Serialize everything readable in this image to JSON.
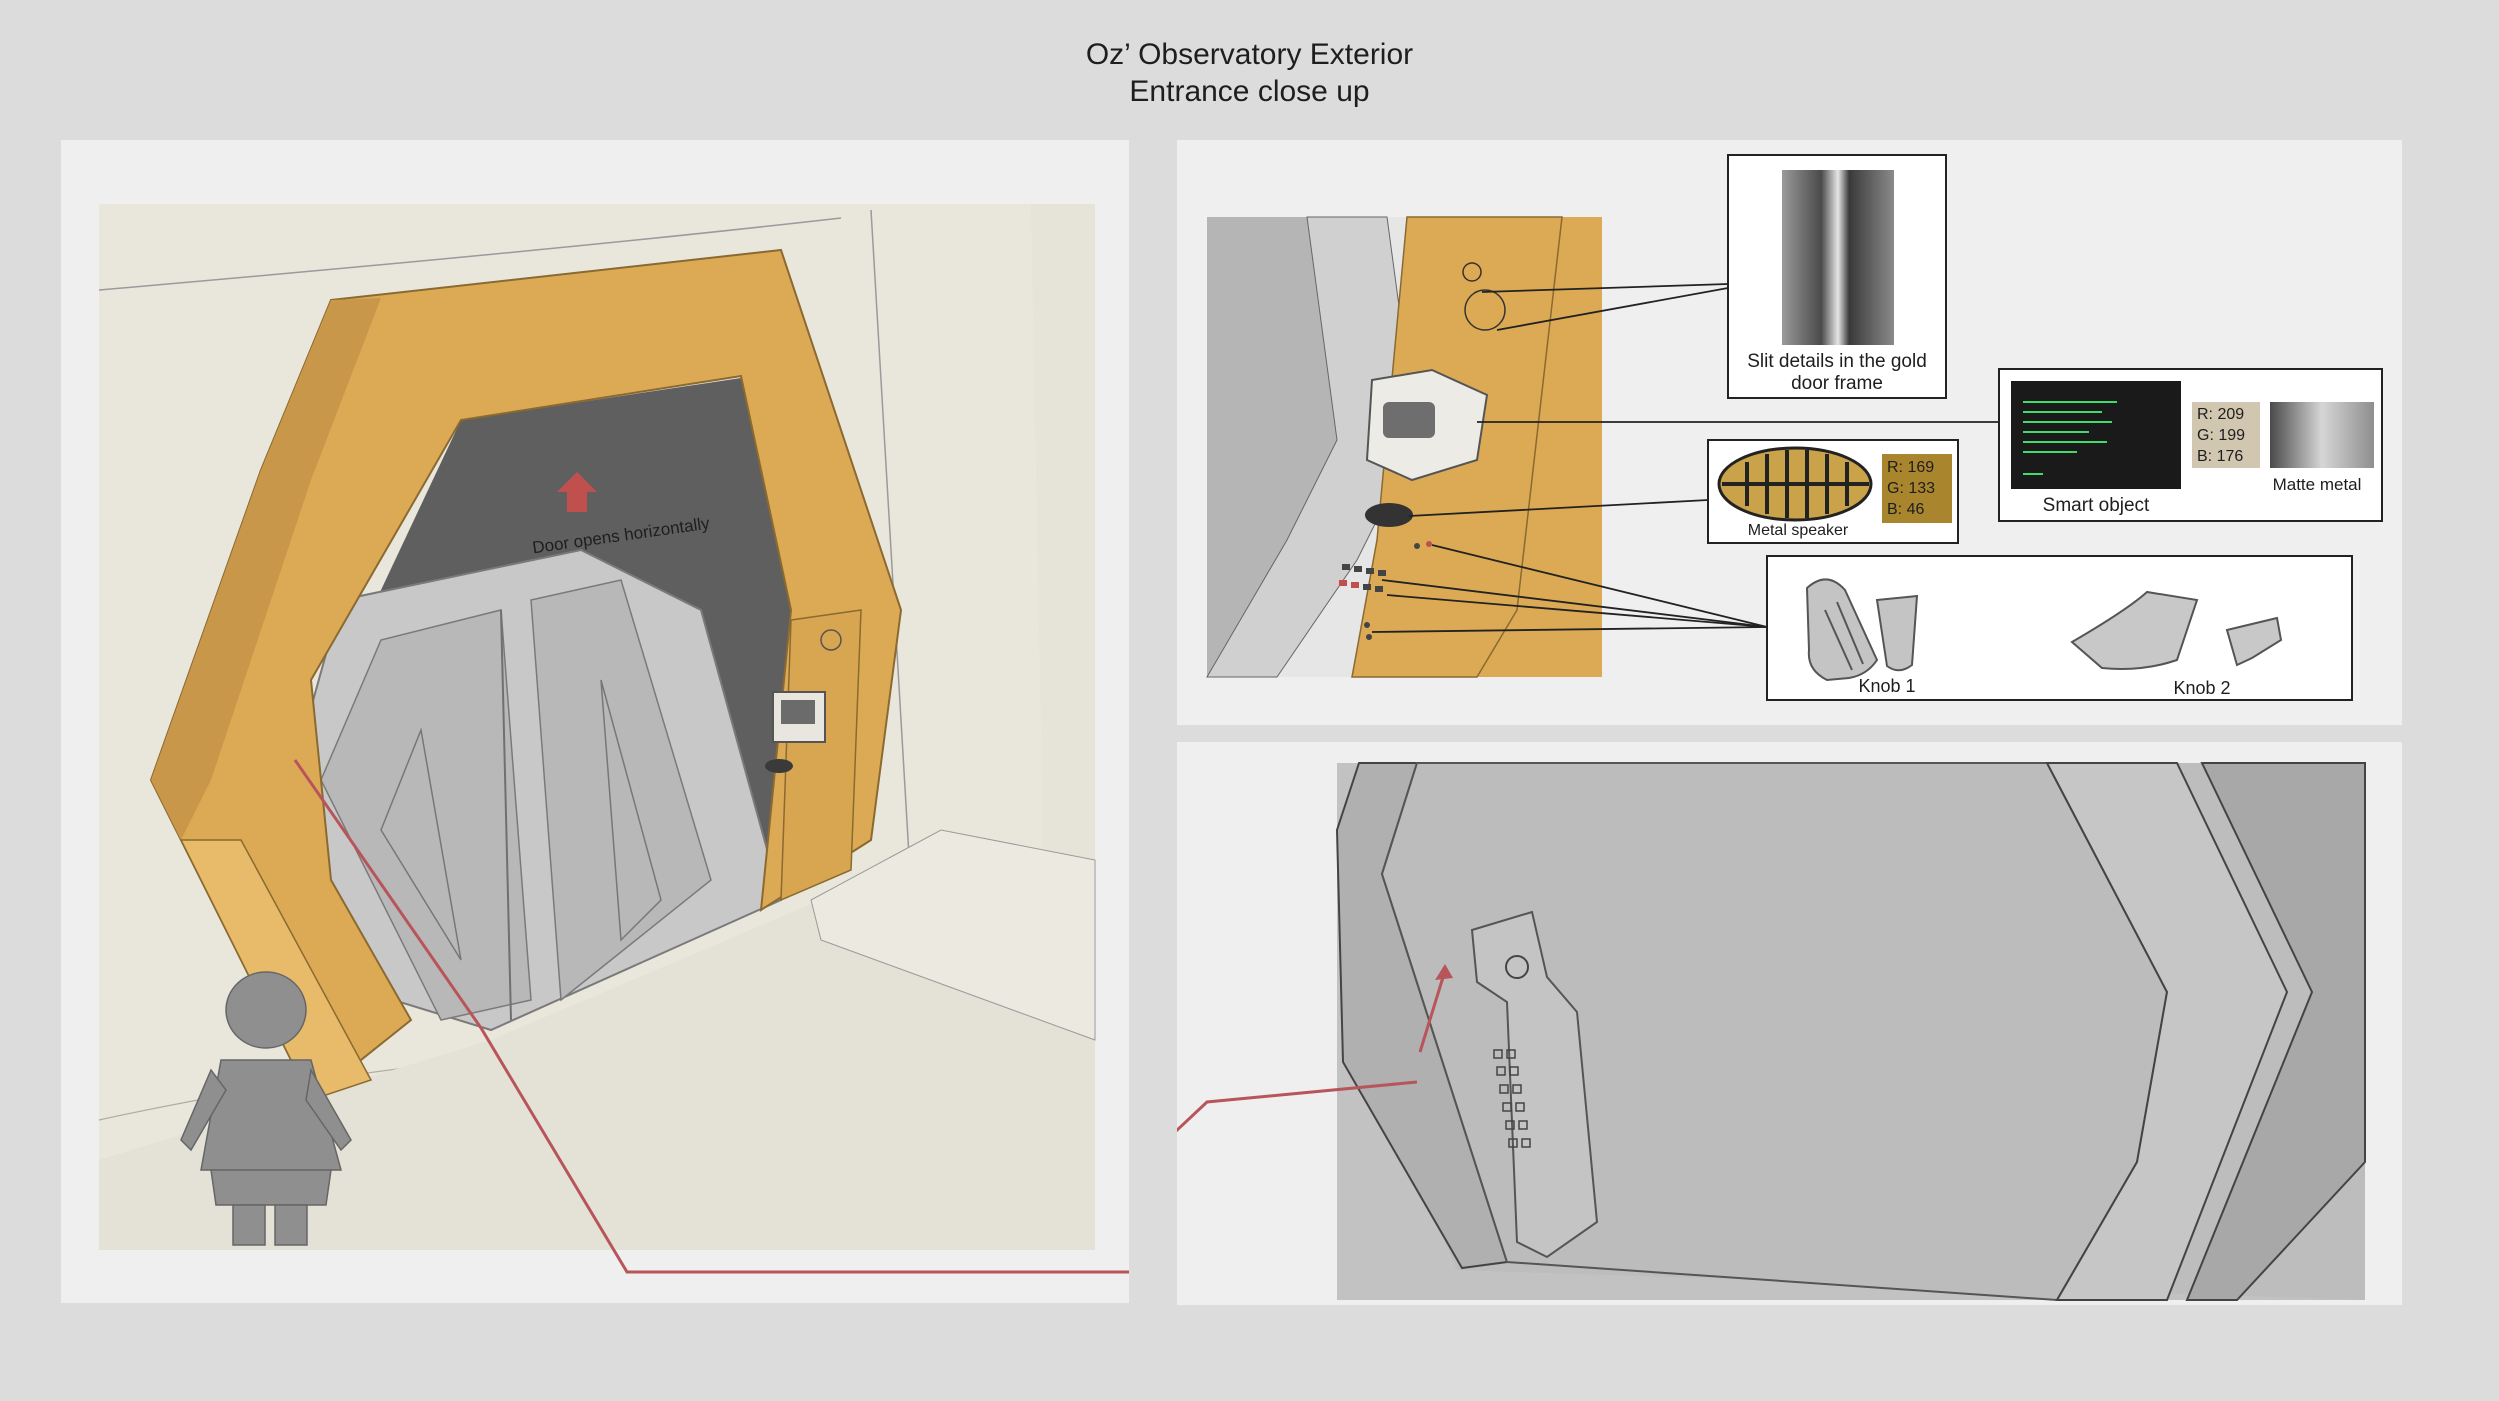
{
  "header": {
    "title_line1": "Oz’ Observatory Exterior",
    "title_line2": "Entrance close up"
  },
  "left_panel": {
    "door_label": "Door opens horizontally"
  },
  "callouts": {
    "slit": {
      "label_line1": "Slit details in the gold",
      "label_line2": "door frame"
    },
    "speaker": {
      "label": "Metal speaker",
      "color_name": "gold",
      "rgb": {
        "r": "R: 169",
        "g": "G: 133",
        "b": "B: 46"
      },
      "swatch_color": "#a9852e"
    },
    "smart_object": {
      "label": "Smart object",
      "screen_color": "#1a1a1a",
      "screen_text_color": "#3ddc6b"
    },
    "matte_metal": {
      "label": "Matte metal",
      "rgb": {
        "r": "R: 209",
        "g": "G: 199",
        "b": "B: 176"
      },
      "swatch_color": "#d1c7b0"
    },
    "knobs": {
      "knob1": "Knob 1",
      "knob2": "Knob 2"
    }
  },
  "colors": {
    "background": "#dcdcdc",
    "panel": "#efefef",
    "frame_gold": "#dcaa55",
    "arrow_red": "#b8555a"
  }
}
